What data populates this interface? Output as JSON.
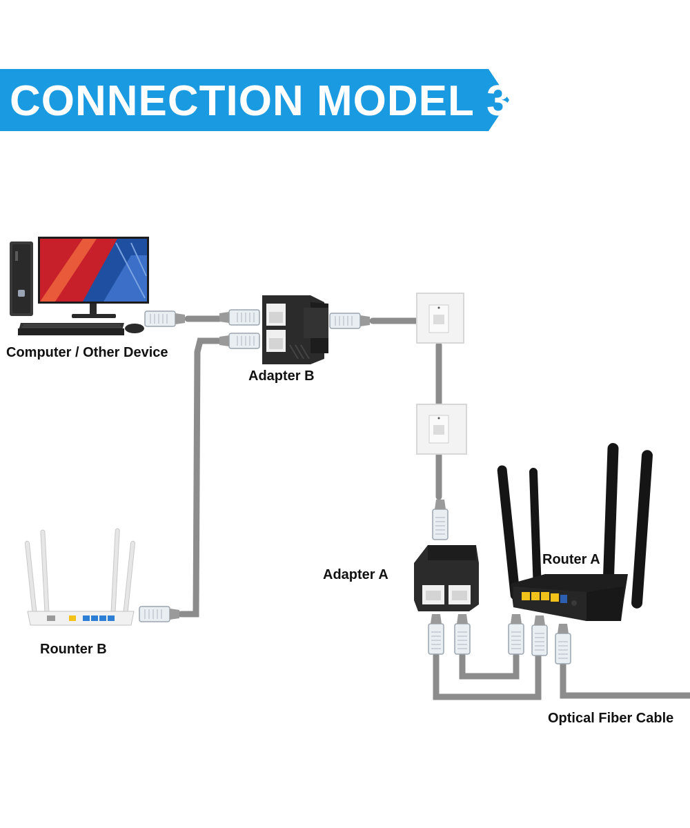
{
  "banner": {
    "title": "CONNECTION MODEL 3",
    "color": "#1a9ae0"
  },
  "labels": {
    "computer": "Computer / Other Device",
    "adapter_b": "Adapter B",
    "adapter_a": "Adapter A",
    "router_a": "Router A",
    "router_b": "Rounter B",
    "fiber": "Optical Fiber Cable"
  },
  "colors": {
    "cable": "#8c8c8c",
    "adapter": "#2b2b2b",
    "router_a_body": "#1e1e1e",
    "router_a_ports": "#f2c21b",
    "router_b_body": "#f1f1f1",
    "router_b_ports": "#2d7fd6",
    "wall_plate": "#f3f3f3",
    "monitor_screen": "#c8202a"
  },
  "icons": [
    "computer-icon",
    "monitor-icon",
    "keyboard-icon",
    "mouse-icon",
    "ethernet-splitter-icon",
    "wall-socket-icon",
    "wifi-router-icon",
    "rj45-plug-icon"
  ]
}
